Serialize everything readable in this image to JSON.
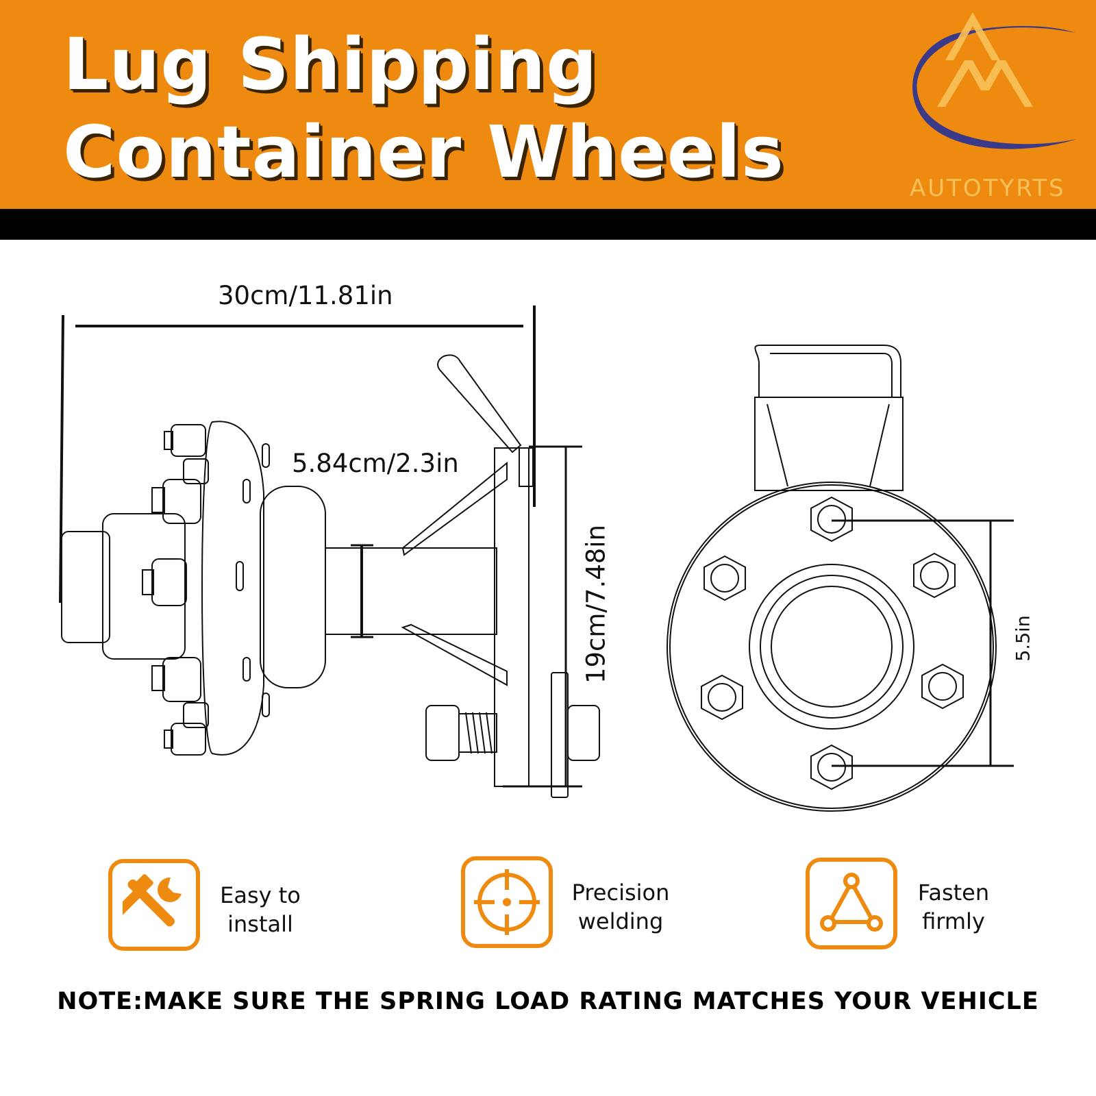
{
  "header": {
    "title_line1": "Lug Shipping",
    "title_line2": "Container Wheels",
    "brand": "AUTOTYRTS"
  },
  "dimensions": {
    "overall_length": "30cm/11.81in",
    "shaft": "5.84cm/2.3in",
    "plate_height": "19cm/7.48in",
    "bolt_circle": "5.5in"
  },
  "features": [
    {
      "line1": "Easy to",
      "line2": "install",
      "icon": "tools-icon"
    },
    {
      "line1": "Precision",
      "line2": "welding",
      "icon": "crosshair-icon"
    },
    {
      "line1": "Fasten",
      "line2": "firmly",
      "icon": "triangle-nodes-icon"
    }
  ],
  "note": "NOTE:MAKE SURE THE SPRING LOAD RATING MATCHES YOUR VEHICLE",
  "colors": {
    "accent": "#ee8a0f",
    "header_bar": "#000000",
    "logo_arc": "#3b3a8a",
    "logo_gold": "#f7c15a"
  }
}
